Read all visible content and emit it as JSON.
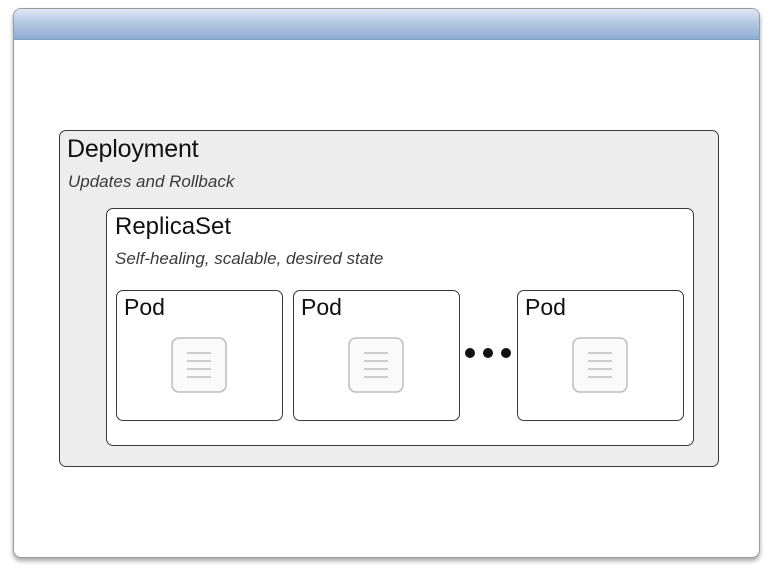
{
  "deployment": {
    "title": "Deployment",
    "subtitle": "Updates and Rollback"
  },
  "replicaset": {
    "title": "ReplicaSet",
    "subtitle": "Self-healing, scalable, desired state"
  },
  "pods": [
    {
      "label": "Pod",
      "icon": "document-icon"
    },
    {
      "label": "Pod",
      "icon": "document-icon"
    },
    {
      "label": "Pod",
      "icon": "document-icon"
    }
  ],
  "ellipsis_icon": "ellipsis-icon",
  "colors": {
    "header_top": "#dfe8f4",
    "header_bottom": "#8fadd2",
    "deployment_fill": "#ededed",
    "border": "#3a3a3a"
  }
}
